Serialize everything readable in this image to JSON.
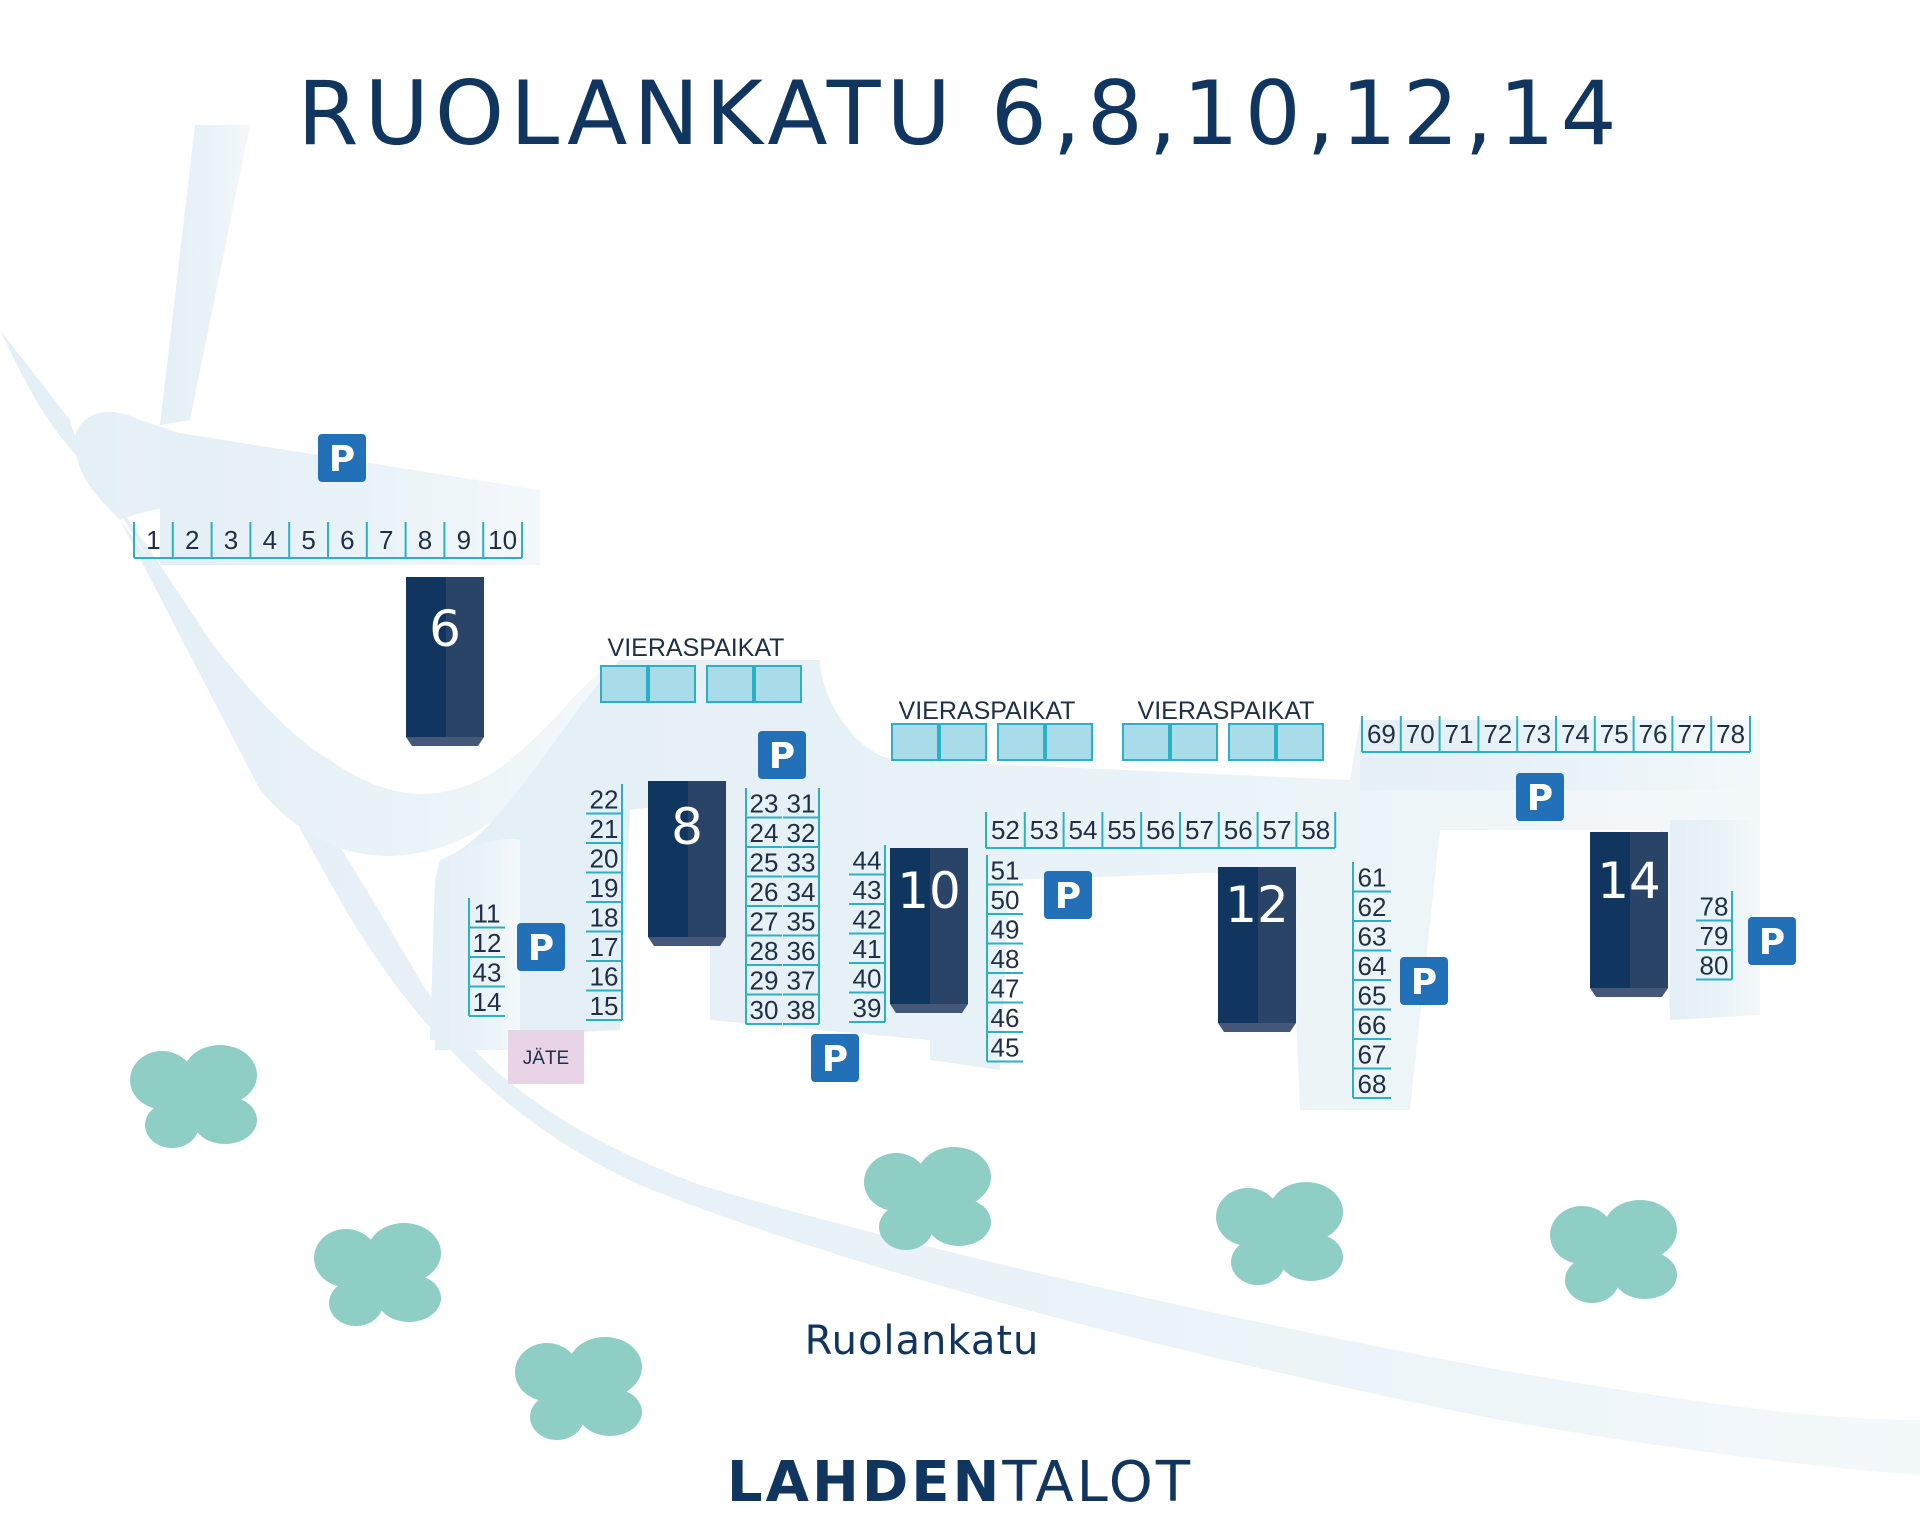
{
  "title": "RUOLANKATU 6,8,10,12,14",
  "street_label": "Ruolankatu",
  "waste_label": "JÄTE",
  "logo": {
    "bold": "LAHDEN",
    "light": "TALOT"
  },
  "guest_label": "VIERASPAIKAT",
  "parking_sign": "P",
  "colors": {
    "title": "#10365f",
    "road": "#eaf3f8",
    "building": "#1c3858",
    "slot_line": "#2bb1c6",
    "guest_slot": "#a9dbe9",
    "parking_sign": "#2170b8",
    "tree": "#8ecec5",
    "waste": "#e9d3e7"
  },
  "buildings": [
    "6",
    "8",
    "10",
    "12",
    "14"
  ],
  "parking_rows": {
    "row_1_10": [
      "1",
      "2",
      "3",
      "4",
      "5",
      "6",
      "7",
      "8",
      "9",
      "10"
    ],
    "col_11_14": [
      "11",
      "12",
      "43",
      "14"
    ],
    "col_15_22": [
      "22",
      "21",
      "20",
      "19",
      "18",
      "17",
      "16",
      "15"
    ],
    "col_23_30": [
      "23",
      "24",
      "25",
      "26",
      "27",
      "28",
      "29",
      "30"
    ],
    "col_31_38": [
      "31",
      "32",
      "33",
      "34",
      "35",
      "36",
      "37",
      "38"
    ],
    "col_39_44": [
      "44",
      "43",
      "42",
      "41",
      "40",
      "39"
    ],
    "col_45_51": [
      "51",
      "50",
      "49",
      "48",
      "47",
      "46",
      "45"
    ],
    "row_52_58": [
      "52",
      "53",
      "54",
      "55",
      "56",
      "57",
      "56",
      "57",
      "58"
    ],
    "col_61_68": [
      "61",
      "62",
      "63",
      "64",
      "65",
      "66",
      "67",
      "68"
    ],
    "row_69_78": [
      "69",
      "70",
      "71",
      "72",
      "73",
      "74",
      "75",
      "76",
      "77",
      "78"
    ],
    "col_78_80": [
      "78",
      "79",
      "80"
    ]
  }
}
